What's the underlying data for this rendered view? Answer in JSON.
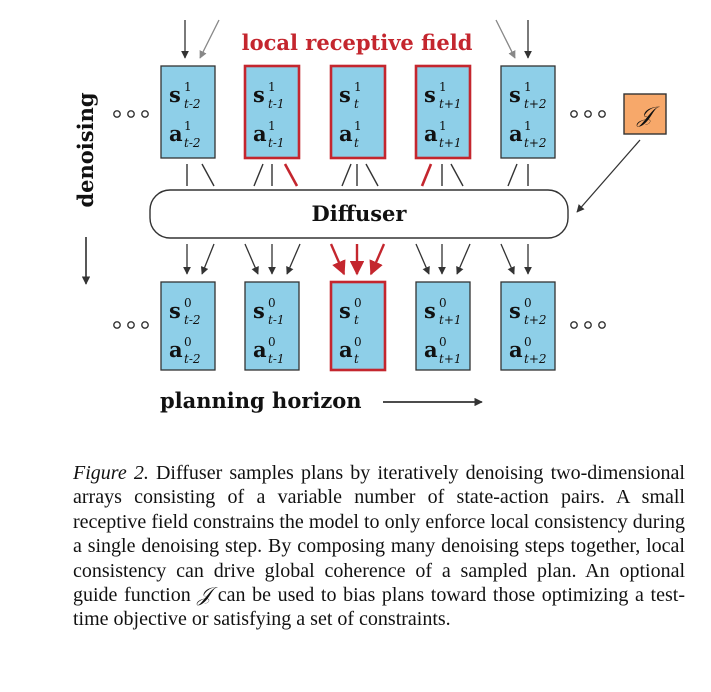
{
  "figure": {
    "receptive_label": "local receptive field",
    "diffuser_label": "Diffuser",
    "denoising_label": "denoising",
    "horizon_label": "planning horizon",
    "guide_symbol": "𝒥",
    "top_row": [
      {
        "s": "s",
        "a": "a",
        "sup": "1",
        "sub": "t-2",
        "highlight": false
      },
      {
        "s": "s",
        "a": "a",
        "sup": "1",
        "sub": "t-1",
        "highlight": true
      },
      {
        "s": "s",
        "a": "a",
        "sup": "1",
        "sub": "t",
        "highlight": true
      },
      {
        "s": "s",
        "a": "a",
        "sup": "1",
        "sub": "t+1",
        "highlight": true
      },
      {
        "s": "s",
        "a": "a",
        "sup": "1",
        "sub": "t+2",
        "highlight": false
      }
    ],
    "bottom_row": [
      {
        "s": "s",
        "a": "a",
        "sup": "0",
        "sub": "t-2",
        "highlight": false
      },
      {
        "s": "s",
        "a": "a",
        "sup": "0",
        "sub": "t-1",
        "highlight": false
      },
      {
        "s": "s",
        "a": "a",
        "sup": "0",
        "sub": "t",
        "highlight": true
      },
      {
        "s": "s",
        "a": "a",
        "sup": "0",
        "sub": "t+1",
        "highlight": false
      },
      {
        "s": "s",
        "a": "a",
        "sup": "0",
        "sub": "t+2",
        "highlight": false
      }
    ],
    "colors": {
      "cell_fill": "#8ecfe8",
      "cell_stroke": "#333333",
      "highlight": "#c4262e",
      "guide_fill": "#f7a86a",
      "text": "#111111"
    }
  },
  "caption": {
    "label": "Figure 2.",
    "text_before_symbol": " Diffuser samples plans by iteratively denoising two-dimensional arrays consisting of a variable number of state-action pairs. A small receptive field constrains the model to only enforce local consistency during a single denoising step. By composing many denoising steps together, local consistency can drive global coherence of a sampled plan. An optional guide function ",
    "symbol": "𝒥",
    "text_after_symbol": " can be used to bias plans toward those optimizing a test-time objective or satisfying a set of constraints."
  }
}
